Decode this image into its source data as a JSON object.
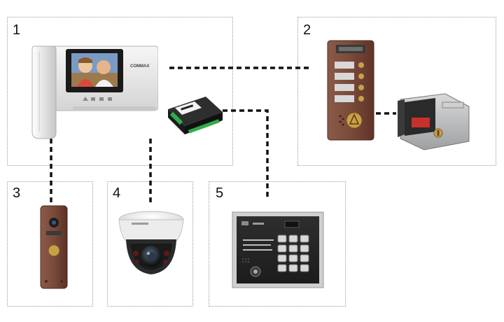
{
  "panels": [
    {
      "number": "1"
    },
    {
      "number": "2"
    },
    {
      "number": "3"
    },
    {
      "number": "4"
    },
    {
      "number": "5"
    }
  ],
  "monitor": {
    "brand": "COMMAX"
  },
  "colors": {
    "panel_border": "#9a9a9a",
    "wire": "#111111",
    "bronze": "#7a4a3a",
    "monitor_body": "#eeeeee"
  }
}
